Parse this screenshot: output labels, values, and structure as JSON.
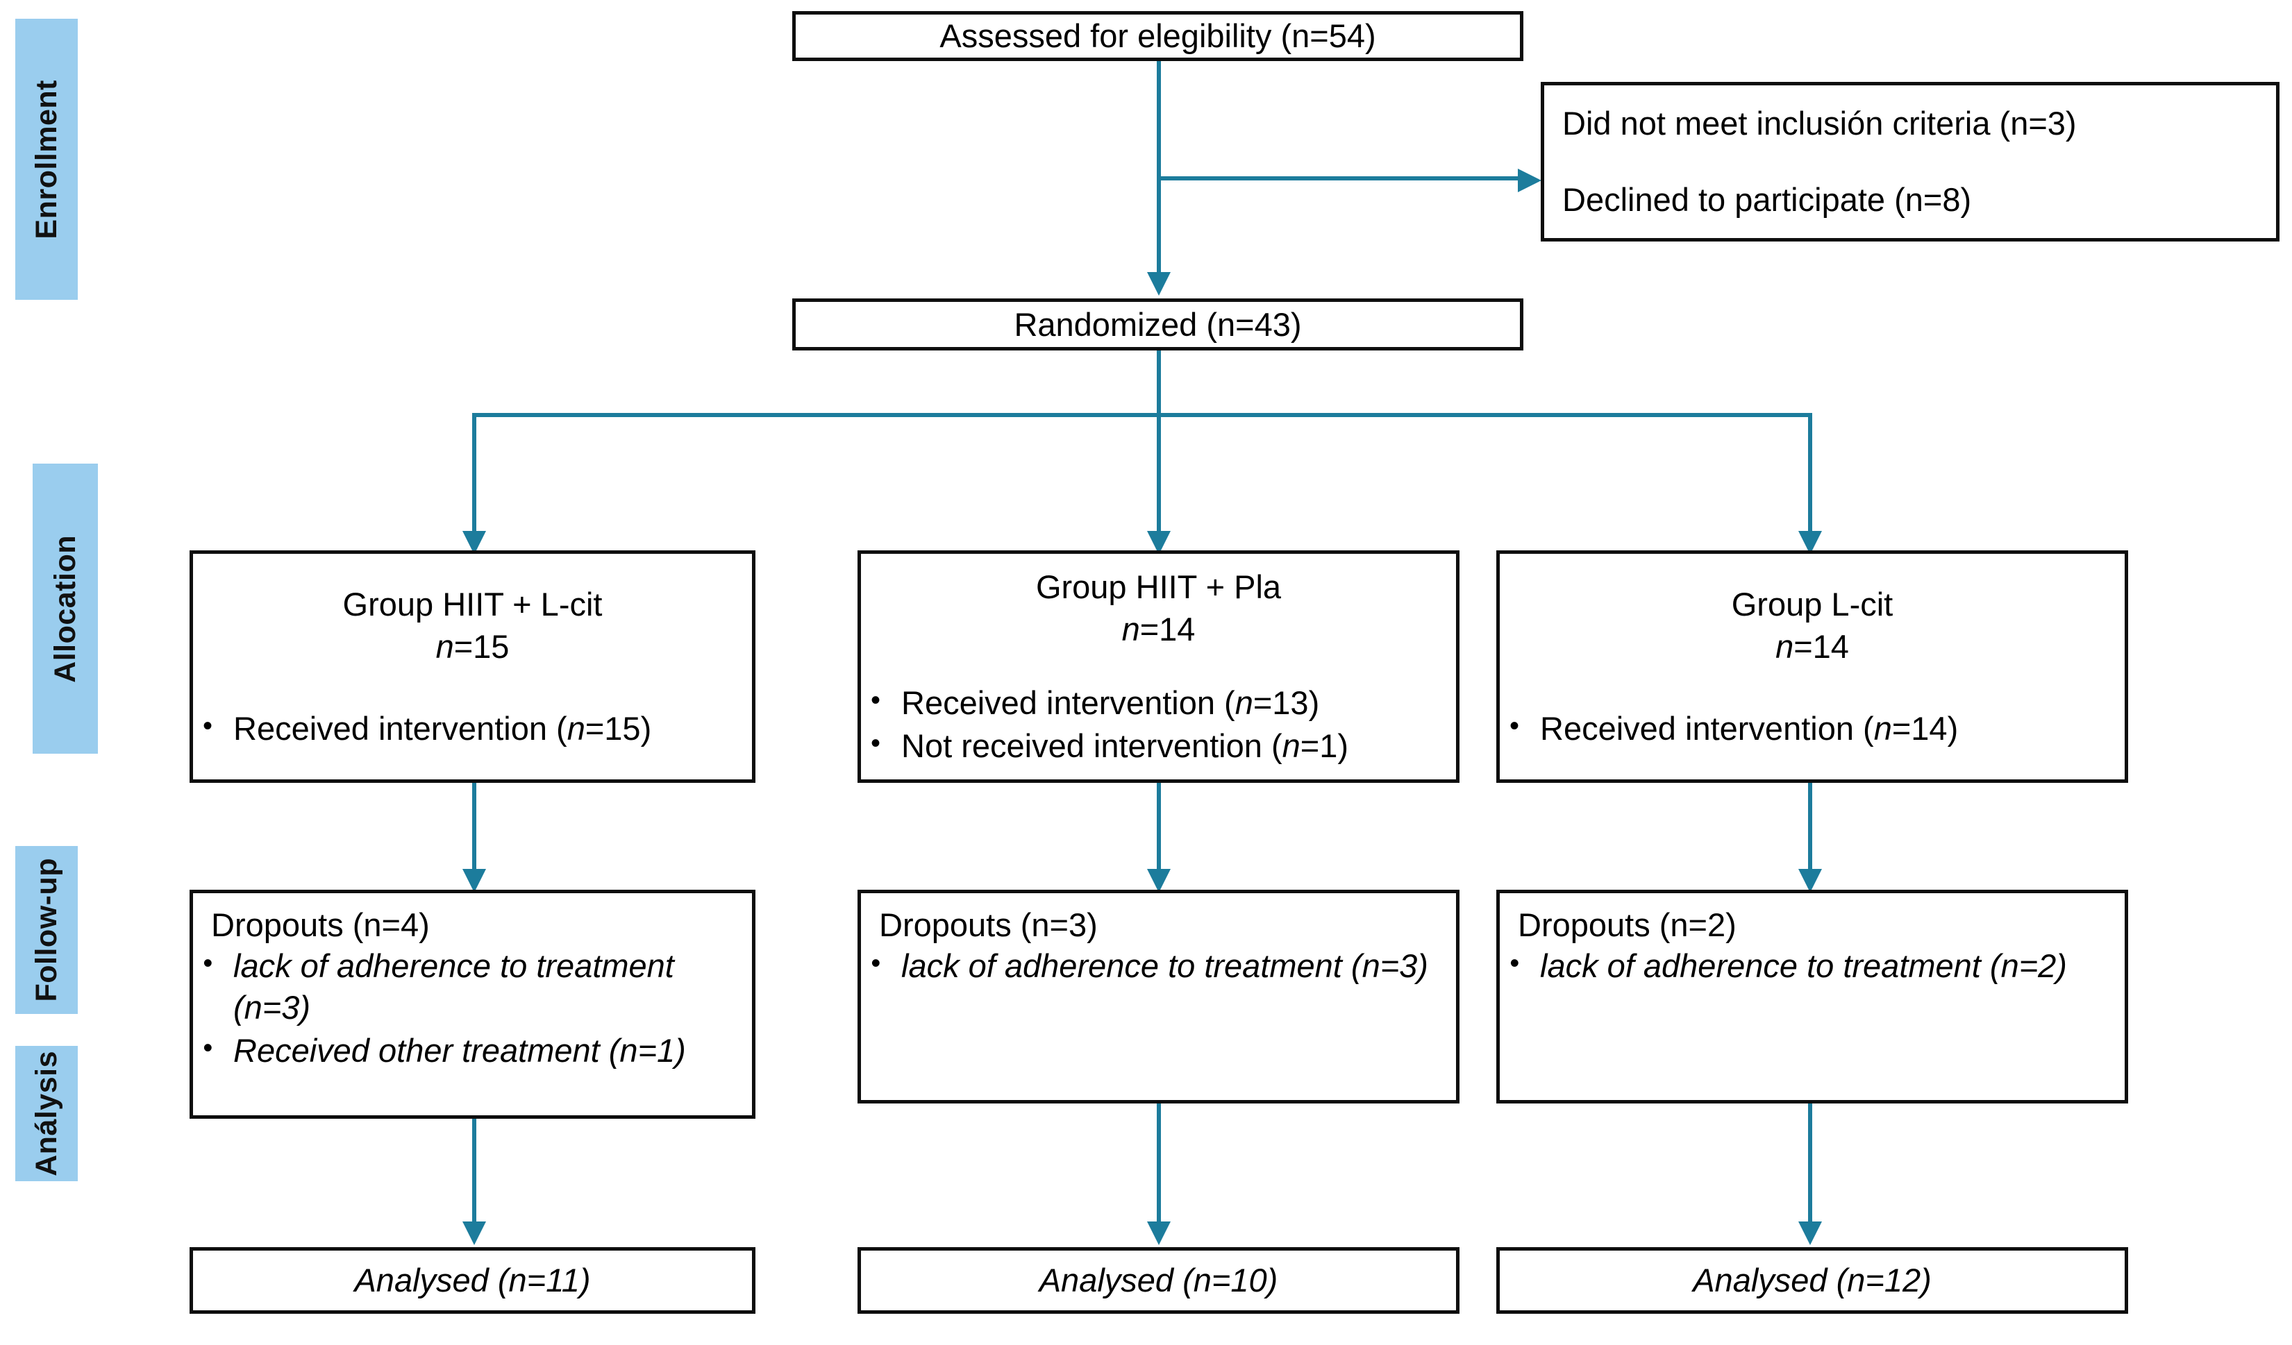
{
  "diagram": {
    "type": "CONSORT participant flow diagram",
    "accent_color": "#1C7C9C",
    "band_color": "#9ACDEE",
    "box_border_color": "#0D0D0D"
  },
  "stages": [
    {
      "id": "enrollment",
      "label": "Enrollment"
    },
    {
      "id": "allocation",
      "label": "Allocation"
    },
    {
      "id": "followup",
      "label": "Follow-up"
    },
    {
      "id": "analysis",
      "label": "Análysis"
    }
  ],
  "nodes": {
    "assessed": {
      "text": "Assessed for elegibility (n=54)"
    },
    "excluded": {
      "lines": [
        "Did not meet inclusión criteria (n=3)",
        "Declined to participate (n=8)"
      ]
    },
    "randomized": {
      "text": "Randomized (n=43)"
    },
    "allocation": [
      {
        "title": "Group HIIT + L-cit",
        "sub_n_label": "n",
        "sub_n_value": "=15",
        "bullets": [
          {
            "label": "Received intervention (",
            "n": "n",
            "value": "=15)"
          }
        ]
      },
      {
        "title": "Group HIIT + Pla",
        "sub_n_label": "n",
        "sub_n_value": "=14",
        "bullets": [
          {
            "label": "Received intervention (",
            "n": "n",
            "value": "=13)"
          },
          {
            "label": "Not received intervention (",
            "n": "n",
            "value": "=1)"
          }
        ]
      },
      {
        "title": "Group L-cit",
        "sub_n_label": "n",
        "sub_n_value": "=14",
        "bullets": [
          {
            "label": "Received intervention (",
            "n": "n",
            "value": "=14)"
          }
        ]
      }
    ],
    "followup": [
      {
        "header": "Dropouts (n=4)",
        "bullets": [
          "lack of adherence to treatment (n=3)",
          "Received other treatment (n=1)"
        ]
      },
      {
        "header": "Dropouts (n=3)",
        "bullets": [
          "lack of adherence to treatment (n=3)"
        ]
      },
      {
        "header": "Dropouts (n=2)",
        "bullets": [
          "lack of adherence to treatment (n=2)"
        ]
      }
    ],
    "analysis": [
      {
        "text": "Analysed (n=11)"
      },
      {
        "text": "Analysed (n=10)"
      },
      {
        "text": "Analysed (n=12)"
      }
    ]
  }
}
